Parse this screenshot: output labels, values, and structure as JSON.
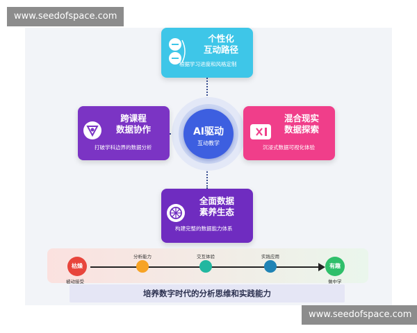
{
  "watermark": {
    "top_text": "www.seedofspace.com",
    "bottom_text": "www.seedofspace.com"
  },
  "hub": {
    "title": "AI驱动",
    "subtitle": "互动教学"
  },
  "boxes": {
    "top": {
      "title_line1": "个性化",
      "title_line2": "互动路径",
      "subtitle": "根据学习进度和风格定制",
      "color": "#3ec6e8"
    },
    "left": {
      "title_line1": "跨课程",
      "title_line2": "数据协作",
      "subtitle": "打破学科边界的数据分析",
      "color": "#7b34c4"
    },
    "right": {
      "title_line1": "混合现实",
      "title_line2": "数据探索",
      "subtitle": "沉浸式数据可视化体验",
      "color": "#f03e8a"
    },
    "bottom": {
      "title_line1": "全面数据",
      "title_line2": "素养生态",
      "subtitle": "构建完整的数据能力体系",
      "color": "#6f2cc0"
    }
  },
  "timeline": {
    "start": {
      "node_label": "枯燥",
      "caption": "被动接受",
      "color": "#e8453c"
    },
    "steps": [
      {
        "label": "分析能力",
        "color": "#f7a325"
      },
      {
        "label": "交互体验",
        "color": "#22b7a0"
      },
      {
        "label": "实践应用",
        "color": "#1f83b5"
      }
    ],
    "end": {
      "node_label": "有趣",
      "caption": "做中学",
      "color": "#2fbf6a"
    }
  },
  "footer": {
    "text": "培养数字时代的分析思维和实践能力"
  }
}
